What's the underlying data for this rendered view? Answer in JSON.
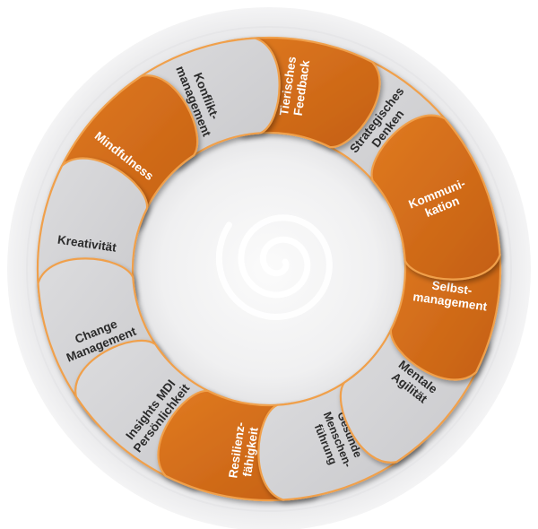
{
  "diagram": {
    "segments": [
      {
        "lines": [
          "Kommuni-",
          "kation"
        ],
        "variant": "orange"
      },
      {
        "lines": [
          "Selbst-",
          "management"
        ],
        "variant": "orange"
      },
      {
        "lines": [
          "Mentale",
          "Agilität"
        ],
        "variant": "grey"
      },
      {
        "lines": [
          "Gesunde",
          "Menschen-",
          "führung"
        ],
        "variant": "grey"
      },
      {
        "lines": [
          "Resilienz-",
          "fähigkeit"
        ],
        "variant": "orange"
      },
      {
        "lines": [
          "Insights MDI",
          "Persönlichkeit"
        ],
        "variant": "grey"
      },
      {
        "lines": [
          "Change",
          "Management"
        ],
        "variant": "grey"
      },
      {
        "lines": [
          "Kreativität"
        ],
        "variant": "grey"
      },
      {
        "lines": [
          "Mindfulness"
        ],
        "variant": "orange"
      },
      {
        "lines": [
          "Konflikt-",
          "management"
        ],
        "variant": "grey"
      },
      {
        "lines": [
          "Tierisches",
          "Feedback"
        ],
        "variant": "orange"
      },
      {
        "lines": [
          "Strategisches",
          "Denken"
        ],
        "variant": "grey"
      }
    ],
    "colors": {
      "orange_fill": "#D2691E",
      "orange_text": "#ffffff",
      "grey_fill": "#D4D4D6",
      "grey_text": "#2b2b2b",
      "outline": "#F0A04B",
      "ring": "#E4E4E6",
      "center_bg": "#F2F2F3",
      "spiral": "#FFFFFF"
    }
  }
}
